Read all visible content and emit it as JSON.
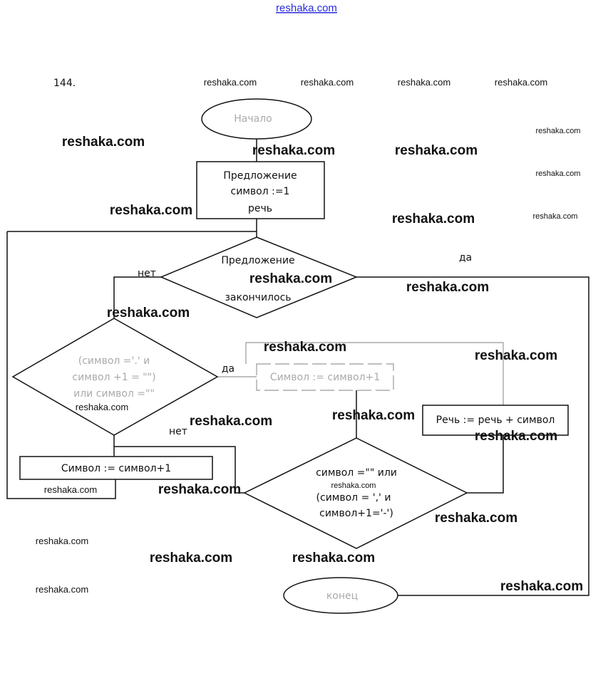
{
  "header_link": "reshaka.com",
  "problem_number": "144.",
  "watermark": "reshaka.com",
  "flowchart": {
    "start": "Начало",
    "init_box": [
      "Предложение",
      "символ :=1",
      "речь"
    ],
    "decision1": [
      "Предложение",
      "закончилось"
    ],
    "decision1_yes": "да",
    "decision1_no": "нет",
    "decision2": [
      "(символ ='.' и",
      "символ +1 = \"\")",
      "или символ =\"\""
    ],
    "decision2_yes": "да",
    "decision2_no": "нет",
    "increment_box_top": "Символ := символ+1",
    "append_box": "Речь := речь + символ",
    "increment_box_left": "Символ := символ+1",
    "decision3": [
      "символ =\"\" или",
      "(символ = ',' и",
      "символ+1='-')"
    ],
    "end": "конец"
  }
}
